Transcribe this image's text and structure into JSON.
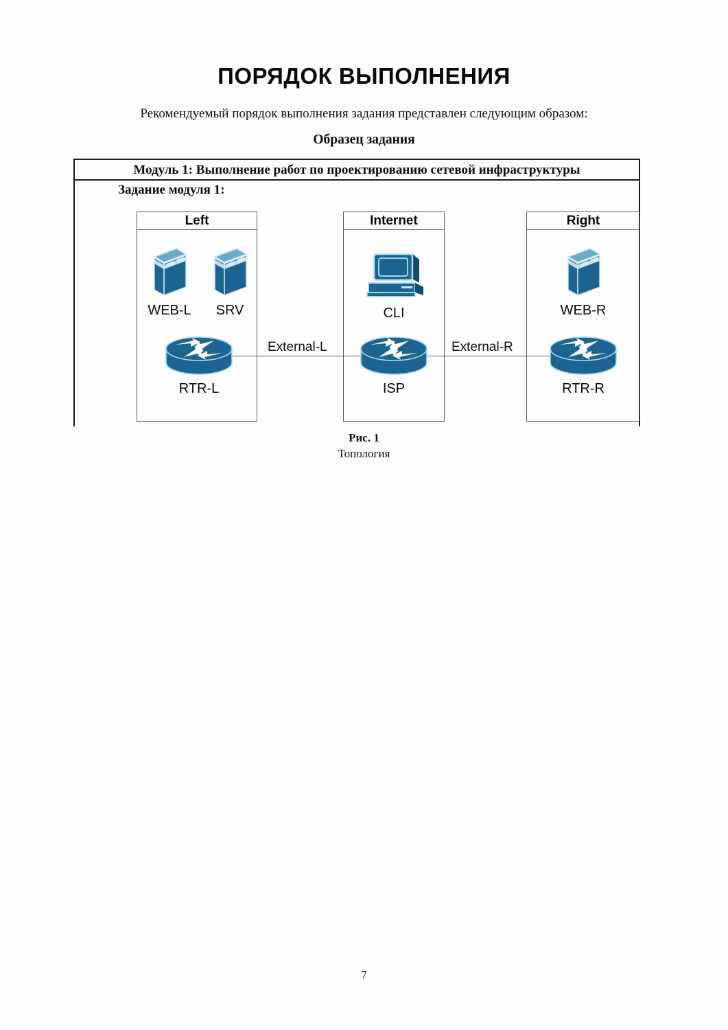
{
  "document": {
    "title": "ПОРЯДОК ВЫПОЛНЕНИЯ",
    "intro": "Рекомендуемый порядок выполнения задания представлен следующим образом:",
    "sample_label": "Образец задания",
    "page_number": "7"
  },
  "module": {
    "title": "Модуль 1: Выполнение работ по проектированию сетевой инфраструктуры",
    "task_label": "Задание модуля 1:"
  },
  "topology": {
    "zones": [
      {
        "id": "left",
        "title": "Left",
        "nodes": [
          {
            "id": "web-l",
            "label": "WEB-L",
            "icon": "server-icon"
          },
          {
            "id": "srv",
            "label": "SRV",
            "icon": "server-icon"
          },
          {
            "id": "rtr-l",
            "label": "RTR-L",
            "icon": "router-icon"
          }
        ]
      },
      {
        "id": "internet",
        "title": "Internet",
        "nodes": [
          {
            "id": "cli",
            "label": "CLI",
            "icon": "workstation-icon"
          },
          {
            "id": "isp",
            "label": "ISP",
            "icon": "router-icon"
          }
        ]
      },
      {
        "id": "right",
        "title": "Right",
        "nodes": [
          {
            "id": "web-r",
            "label": "WEB-R",
            "icon": "server-icon"
          },
          {
            "id": "rtr-r",
            "label": "RTR-R",
            "icon": "router-icon"
          }
        ]
      }
    ],
    "links": [
      {
        "id": "external-l",
        "label": "External-L",
        "from": "rtr-l",
        "to": "isp"
      },
      {
        "id": "external-r",
        "label": "External-R",
        "from": "isp",
        "to": "rtr-r"
      }
    ],
    "figure": {
      "number": "Рис. 1",
      "caption": "Топология"
    }
  },
  "colors": {
    "device_blue": "#1b6590",
    "device_blue_dark": "#13496b",
    "device_blue_light": "#9fd2e8",
    "frame_black": "#1a1a1a",
    "zone_border": "#5a5a5a",
    "text_black": "#0a0a0a"
  }
}
